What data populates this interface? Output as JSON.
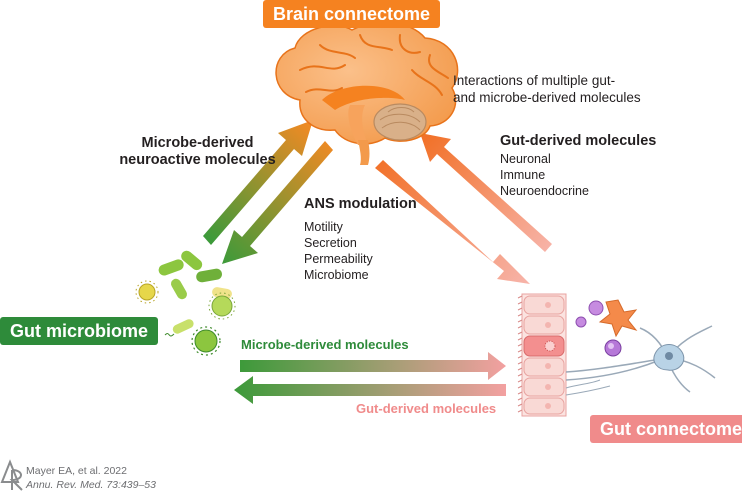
{
  "nodes": {
    "brain": "Brain connectome",
    "microbiome": "Gut microbiome",
    "gut": "Gut connectome"
  },
  "brain_note": {
    "line1": "Interactions of multiple gut-",
    "line2": "and microbe-derived molecules"
  },
  "left_arrow": {
    "heading_line1": "Microbe-derived",
    "heading_line2": "neuroactive molecules"
  },
  "ans": {
    "heading": "ANS modulation",
    "items": [
      "Motility",
      "Secretion",
      "Permeability",
      "Microbiome"
    ]
  },
  "right_arrow": {
    "heading": "Gut-derived molecules",
    "items": [
      "Neuronal",
      "Immune",
      "Neuroendocrine"
    ]
  },
  "bottom_arrows": {
    "top_label": "Microbe-derived molecules",
    "bottom_label": "Gut-derived molecules"
  },
  "citation": {
    "line1": "Mayer EA, et al. 2022",
    "line2": "Annu. Rev. Med. 73:439–53"
  },
  "colors": {
    "brain": "#f58220",
    "microbiome": "#2e8b3a",
    "gut": "#f08b8b"
  }
}
